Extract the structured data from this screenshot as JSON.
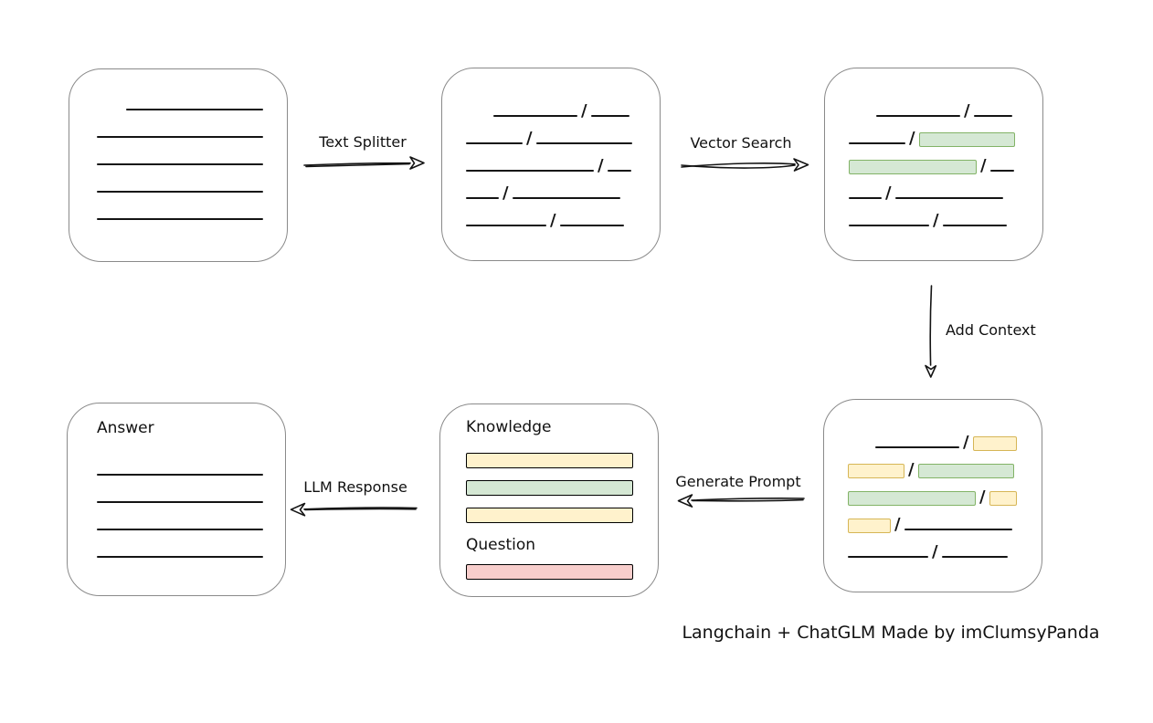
{
  "caption": "Langchain + ChatGLM Made by imClumsyPanda",
  "colors": {
    "green_fill": "#d5e8d4",
    "green_border": "#82b366",
    "yellow_fill": "#fff2cc",
    "yellow_border": "#d6b656",
    "red_fill": "#f8cecc",
    "red_border": "#b85450",
    "box_border": "#8a8a8a",
    "ink": "#141414"
  },
  "arrows": [
    {
      "id": "text-splitter",
      "label": "Text Splitter",
      "direction": "right"
    },
    {
      "id": "vector-search",
      "label": "Vector Search",
      "direction": "right"
    },
    {
      "id": "add-context",
      "label": "Add Context",
      "direction": "down"
    },
    {
      "id": "generate-prompt",
      "label": "Generate Prompt",
      "direction": "left"
    },
    {
      "id": "llm-response",
      "label": "LLM Response",
      "direction": "left"
    }
  ],
  "boxes": [
    {
      "id": "source-document",
      "rows": [
        [
          {
            "t": "indent",
            "w": 32
          },
          {
            "t": "line",
            "w": 150
          }
        ],
        [
          {
            "t": "line",
            "w": 182
          }
        ],
        [
          {
            "t": "line",
            "w": 182
          }
        ],
        [
          {
            "t": "line",
            "w": 182
          }
        ],
        [
          {
            "t": "line",
            "w": 182
          }
        ]
      ]
    },
    {
      "id": "split-chunks",
      "rows": [
        [
          {
            "t": "indent",
            "w": 30
          },
          {
            "t": "line",
            "w": 92
          },
          {
            "t": "slash"
          },
          {
            "t": "line",
            "w": 42
          }
        ],
        [
          {
            "t": "line",
            "w": 62
          },
          {
            "t": "slash"
          },
          {
            "t": "line",
            "w": 105
          }
        ],
        [
          {
            "t": "line",
            "w": 140
          },
          {
            "t": "slash"
          },
          {
            "t": "line",
            "w": 26
          }
        ],
        [
          {
            "t": "line",
            "w": 36
          },
          {
            "t": "slash"
          },
          {
            "t": "line",
            "w": 118
          }
        ],
        [
          {
            "t": "line",
            "w": 88
          },
          {
            "t": "slash"
          },
          {
            "t": "line",
            "w": 70
          }
        ]
      ]
    },
    {
      "id": "matched-chunks",
      "rows": [
        [
          {
            "t": "indent",
            "w": 30
          },
          {
            "t": "line",
            "w": 92
          },
          {
            "t": "slash"
          },
          {
            "t": "line",
            "w": 42
          }
        ],
        [
          {
            "t": "line",
            "w": 62
          },
          {
            "t": "slash"
          },
          {
            "t": "green",
            "w": 105
          }
        ],
        [
          {
            "t": "green",
            "w": 140
          },
          {
            "t": "slash"
          },
          {
            "t": "line",
            "w": 26
          }
        ],
        [
          {
            "t": "line",
            "w": 36
          },
          {
            "t": "slash"
          },
          {
            "t": "line",
            "w": 118
          }
        ],
        [
          {
            "t": "line",
            "w": 88
          },
          {
            "t": "slash"
          },
          {
            "t": "line",
            "w": 70
          }
        ]
      ]
    },
    {
      "id": "context-chunks",
      "rows": [
        [
          {
            "t": "indent",
            "w": 30
          },
          {
            "t": "line",
            "w": 92
          },
          {
            "t": "slash"
          },
          {
            "t": "yellow",
            "w": 48
          }
        ],
        [
          {
            "t": "yellow",
            "w": 62
          },
          {
            "t": "slash"
          },
          {
            "t": "green",
            "w": 105
          }
        ],
        [
          {
            "t": "green",
            "w": 140
          },
          {
            "t": "slash"
          },
          {
            "t": "yellow",
            "w": 30
          }
        ],
        [
          {
            "t": "yellow",
            "w": 47
          },
          {
            "t": "slash"
          },
          {
            "t": "line",
            "w": 118
          }
        ],
        [
          {
            "t": "line",
            "w": 88
          },
          {
            "t": "slash"
          },
          {
            "t": "line",
            "w": 72
          }
        ]
      ]
    },
    {
      "id": "prompt",
      "sections": [
        {
          "heading": "Knowledge",
          "bars": [
            "yellow",
            "green",
            "yellow"
          ]
        },
        {
          "heading": "Question",
          "bars": [
            "red"
          ]
        }
      ]
    },
    {
      "id": "answer",
      "heading": "Answer",
      "line_count": 4
    }
  ]
}
